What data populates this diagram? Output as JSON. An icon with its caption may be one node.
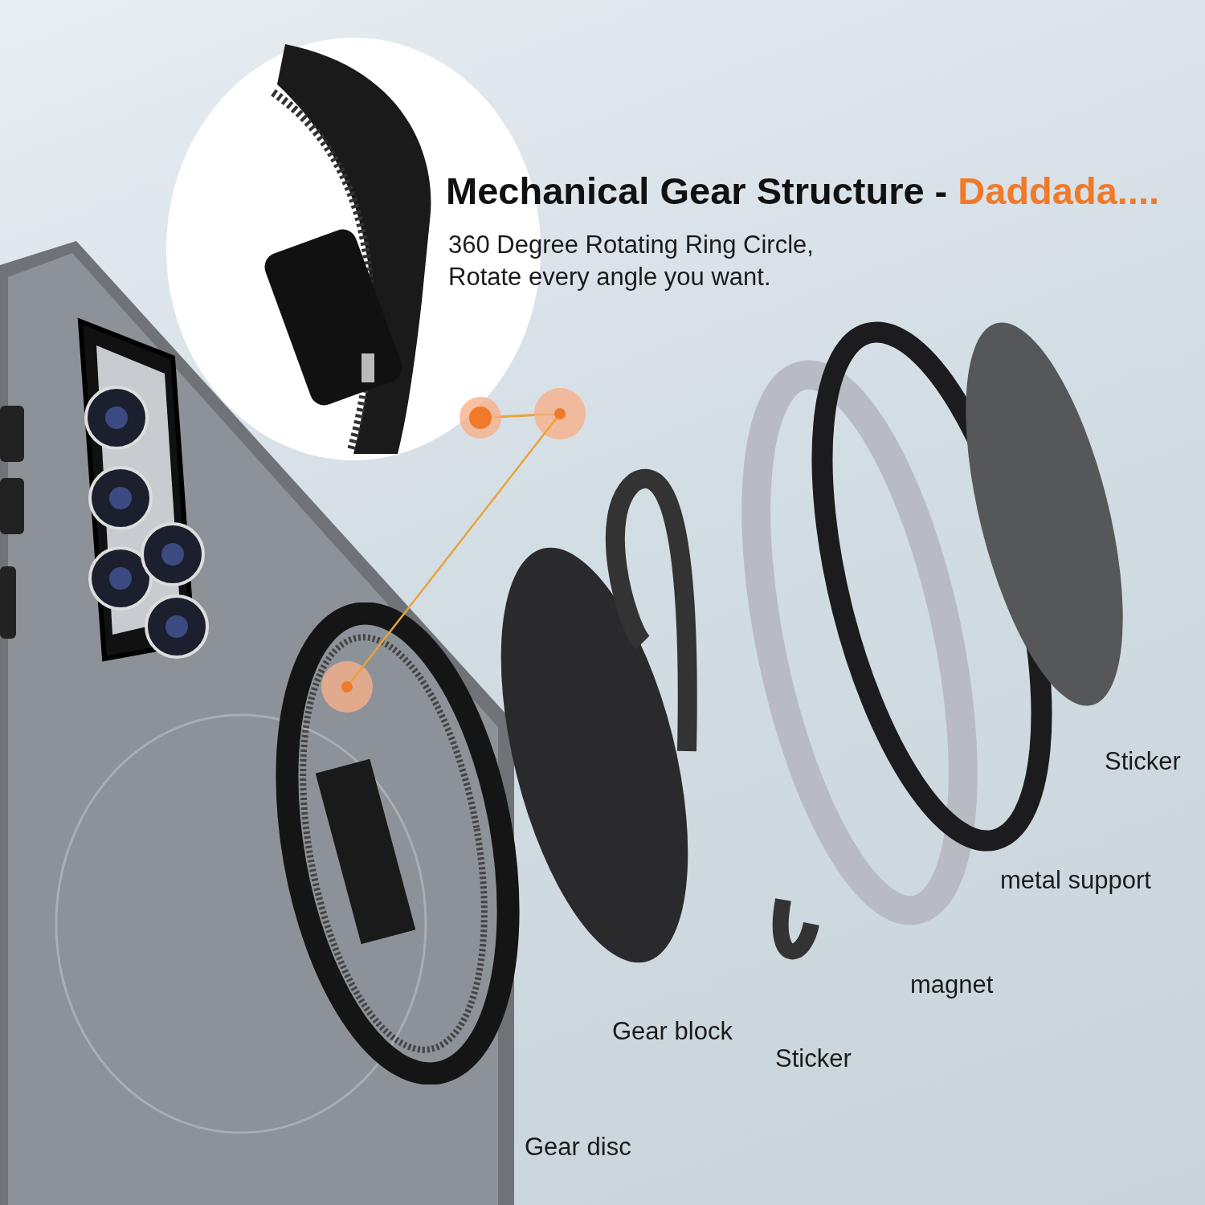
{
  "diagram": {
    "title": "Mechanical Gear Structure - Daddada....",
    "nodes": [
      {
        "text": [],
        "shape": "picture"
      },
      {
        "text": [],
        "shape": "picture"
      }
    ],
    "edges": [
      {
        "from": 1,
        "to": 0,
        "arrow": "other"
      }
    ],
    "labels": [
      "360 Degree Rotating Ring Circle, Rotate every angle you want.",
      "Sticker",
      "metal support",
      "magnet",
      "Gear block",
      "Sticker",
      "Gear disc"
    ]
  }
}
